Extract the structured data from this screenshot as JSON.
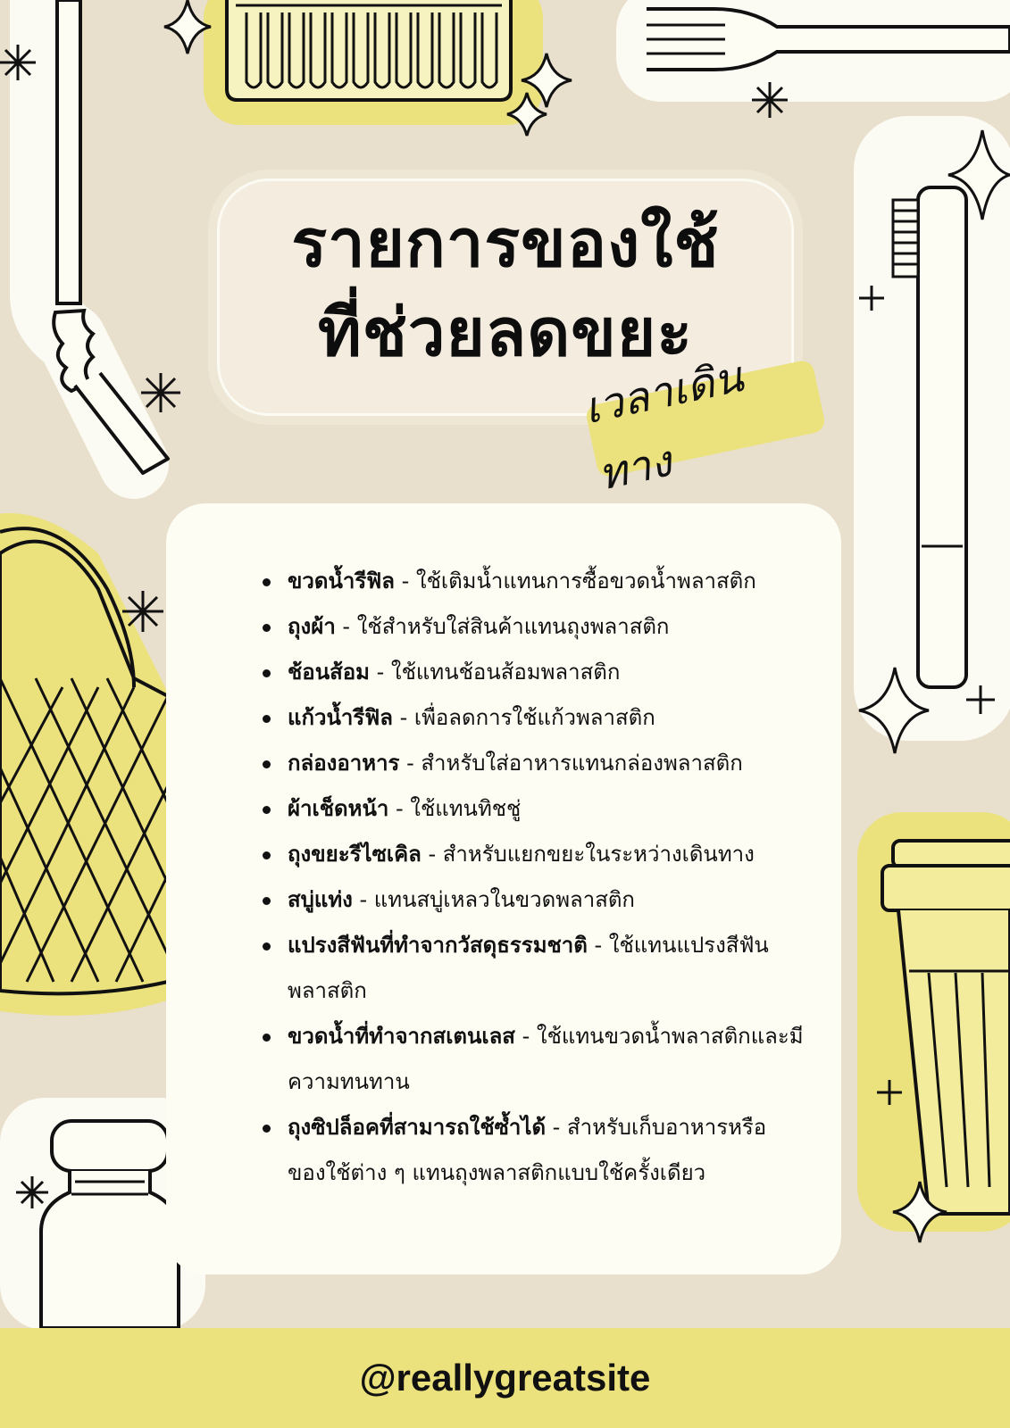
{
  "title": {
    "line1": "รายการของใช้",
    "line2": "ที่ช่วยลดขยะ"
  },
  "subtitle": "เวลาเดินทาง",
  "items": [
    {
      "name": "ขวดน้ำรีฟิล",
      "desc": " - ใช้เติมน้ำแทนการซื้อขวดน้ำพลาสติก"
    },
    {
      "name": "ถุงผ้า",
      "desc": " - ใช้สำหรับใส่สินค้าแทนถุงพลาสติก"
    },
    {
      "name": "ช้อนส้อม",
      "desc": " - ใช้แทนช้อนส้อมพลาสติก"
    },
    {
      "name": "แก้วน้ำรีฟิล",
      "desc": " - เพื่อลดการใช้แก้วพลาสติก"
    },
    {
      "name": "กล่องอาหาร",
      "desc": " - สำหรับใส่อาหารแทนกล่องพลาสติก"
    },
    {
      "name": "ผ้าเช็ดหน้า",
      "desc": " - ใช้แทนทิชชู่"
    },
    {
      "name": "ถุงขยะรีไซเคิล",
      "desc": " - สำหรับแยกขยะในระหว่างเดินทาง"
    },
    {
      "name": "สบู่แท่ง",
      "desc": " - แทนสบู่เหลวในขวดพลาสติก"
    },
    {
      "name": "แปรงสีฟันที่ทำจากวัสดุธรรมชาติ",
      "desc": " - ใช้แทนแปรงสีฟันพลาสติก"
    },
    {
      "name": "ขวดน้ำที่ทำจากสเตนเลส",
      "desc": " - ใช้แทนขวดน้ำพลาสติกและมีความทนทาน"
    },
    {
      "name": "ถุงซิปล็อคที่สามารถใช้ซ้ำได้",
      "desc": " - สำหรับเก็บอาหารหรือของใช้ต่าง ๆ แทนถุงพลาสติกแบบใช้ครั้งเดียว"
    }
  ],
  "footer": {
    "handle": "@reallygreatsite"
  },
  "colors": {
    "background": "#e8dfcd",
    "accent_yellow": "#ece27d",
    "card": "#fefdf4",
    "ink": "#111111"
  },
  "icons": [
    "drinking-straw-icon",
    "comb-icon",
    "fork-icon",
    "toothbrush-icon",
    "mesh-bag-icon",
    "coffee-cup-icon",
    "water-bottle-icon",
    "sparkle-icon"
  ]
}
